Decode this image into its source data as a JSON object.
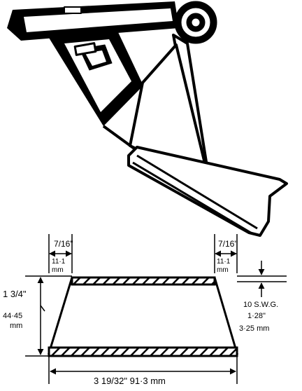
{
  "diagram": {
    "left_top_fraction": "7/16\"",
    "left_top_mm": "11·1",
    "left_top_mm_unit": "mm",
    "right_top_fraction": "7/16\"",
    "right_top_mm": "11·1",
    "right_top_mm_unit": "mm",
    "height_fraction": "1 3/4\"",
    "height_mm": "44·45",
    "height_mm_unit": "mm",
    "gauge_swg": "10 S.W.G.",
    "gauge_in": "1·28\"",
    "gauge_mm": "3·25 mm",
    "width_label": "3 19/32\"  91·3 mm"
  },
  "colors": {
    "ink": "#000000",
    "paper": "#ffffff"
  }
}
